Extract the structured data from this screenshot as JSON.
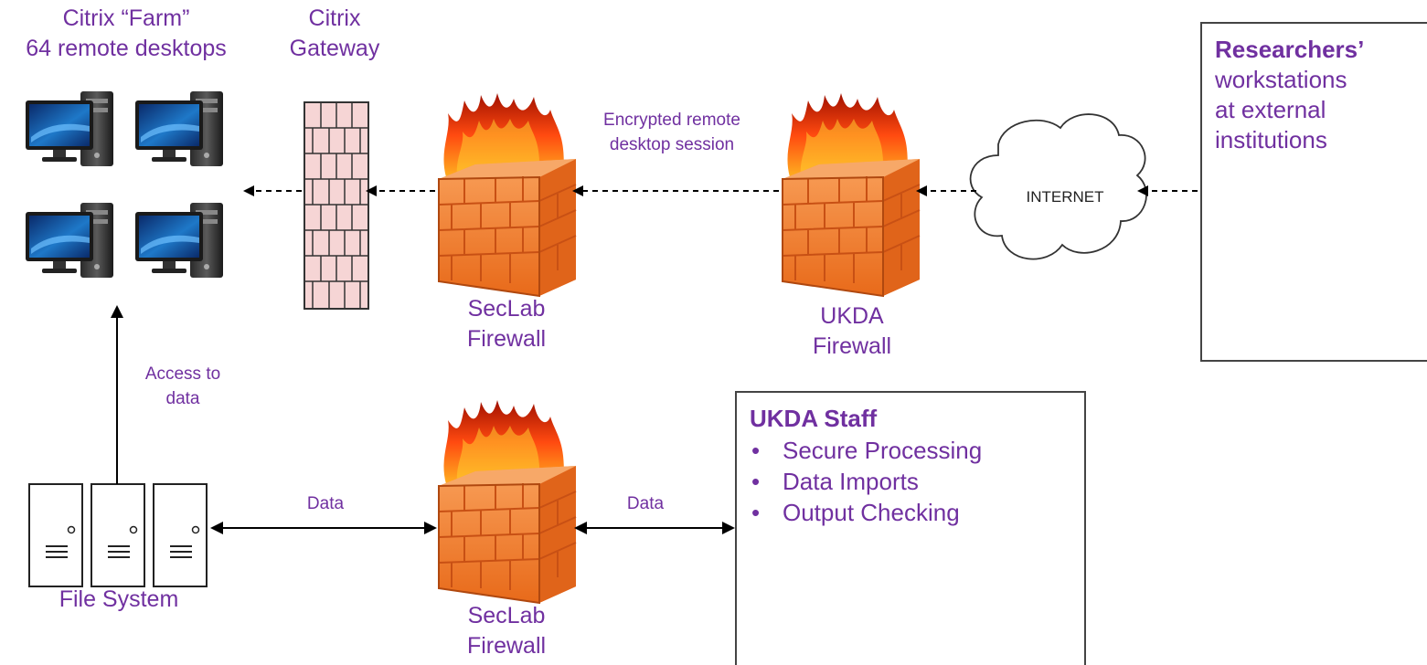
{
  "farm": {
    "line1": "Citrix “Farm”",
    "line2": "64 remote desktops",
    "icon": "desktop-computer-icon"
  },
  "gateway": {
    "line1": "Citrix",
    "line2": "Gateway",
    "icon": "brick-wall-gateway-icon"
  },
  "seclab_top": {
    "line1": "SecLab",
    "line2": "Firewall",
    "icon": "firewall-icon"
  },
  "session_label": {
    "line1": "Encrypted remote",
    "line2": "desktop session"
  },
  "ukda_firewall": {
    "line1": "UKDA",
    "line2": "Firewall",
    "icon": "firewall-icon"
  },
  "internet": {
    "label": "INTERNET",
    "icon": "cloud-icon"
  },
  "researchers": {
    "title": "Researchers’",
    "line2": "workstations",
    "line3": "at external",
    "line4": "institutions"
  },
  "access_label": {
    "line1": "Access to",
    "line2": "data"
  },
  "file_system": {
    "label": "File System",
    "icon": "server-icon"
  },
  "data_left": "Data",
  "data_right": "Data",
  "seclab_bottom": {
    "line1": "SecLab",
    "line2": "Firewall",
    "icon": "firewall-icon"
  },
  "staff": {
    "title": "UKDA Staff",
    "items": [
      "Secure Processing",
      "Data Imports",
      "Output Checking"
    ]
  },
  "colors": {
    "label": "#7030a0",
    "brick": "#f07a2a",
    "flame": "#e03010",
    "arrow": "#000000"
  }
}
